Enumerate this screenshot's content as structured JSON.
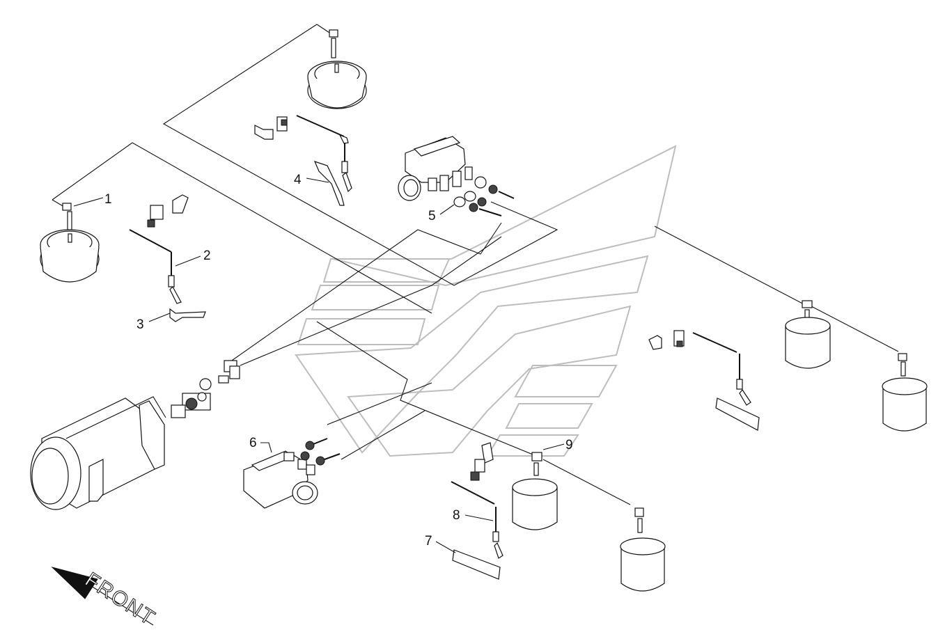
{
  "diagram": {
    "callouts": [
      "1",
      "2",
      "3",
      "4",
      "5",
      "6",
      "7",
      "8",
      "9"
    ],
    "front_label": "FRONT"
  }
}
